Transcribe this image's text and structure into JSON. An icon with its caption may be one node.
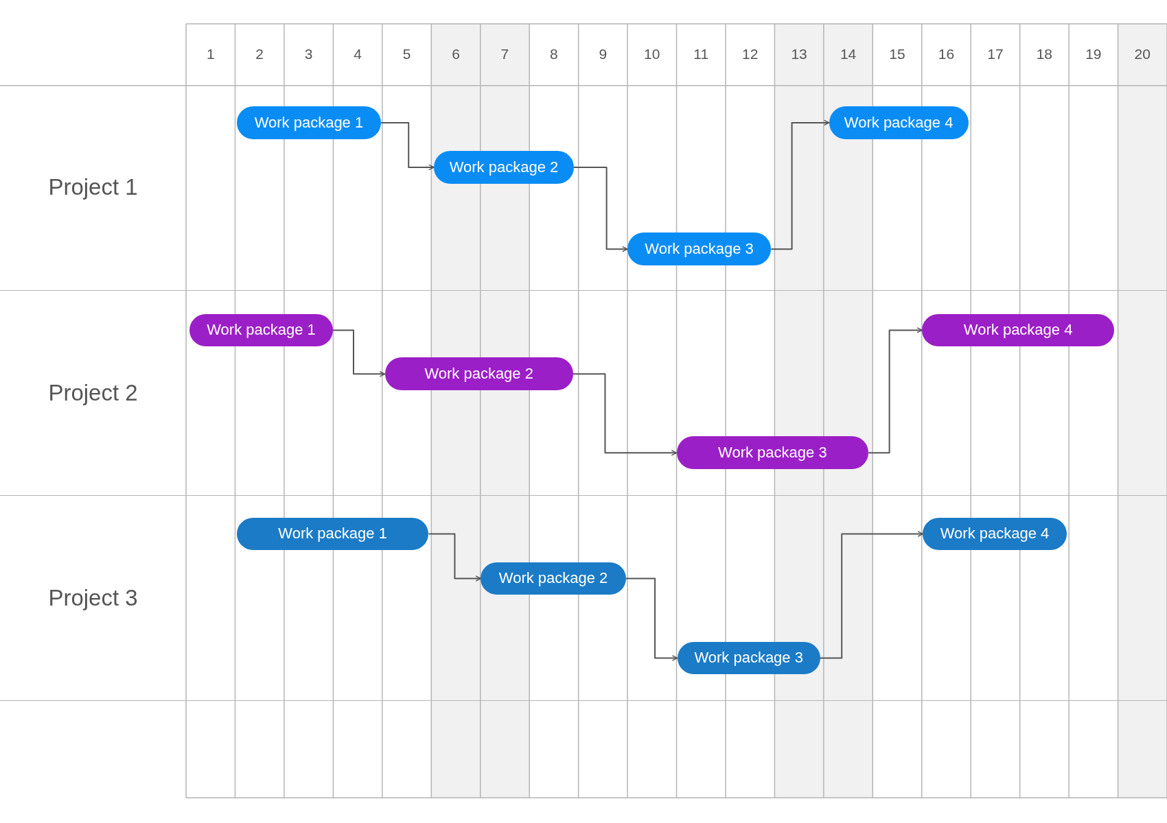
{
  "diagram": {
    "nodes": [
      {
        "text": [
          "Project 1"
        ]
      },
      {
        "text": [
          "Work package 1"
        ],
        "in": 0
      },
      {
        "text": [
          "Work package 2"
        ],
        "in": 0
      },
      {
        "text": [
          "Work package 3"
        ],
        "in": 0
      },
      {
        "text": [
          "Work package 4"
        ],
        "in": 0
      },
      {
        "text": [
          "Project 2"
        ]
      },
      {
        "text": [
          "Work package 1"
        ],
        "in": 5
      },
      {
        "text": [
          "Work package 2"
        ],
        "in": 5
      },
      {
        "text": [
          "Work package 3"
        ],
        "in": 5
      },
      {
        "text": [
          "Work package 4"
        ],
        "in": 5
      },
      {
        "text": [
          "Project 3"
        ]
      },
      {
        "text": [
          "Work package 1"
        ],
        "in": 10
      },
      {
        "text": [
          "Work package 2"
        ],
        "in": 10
      },
      {
        "text": [
          "Work package 3"
        ],
        "in": 10
      },
      {
        "text": [
          "Work package 4"
        ],
        "in": 10
      }
    ],
    "edges": [
      {
        "from": 1,
        "to": 2,
        "arrow": "to"
      },
      {
        "from": 2,
        "to": 3,
        "arrow": "to"
      },
      {
        "from": 3,
        "to": 4,
        "arrow": "to"
      },
      {
        "from": 6,
        "to": 7,
        "arrow": "to"
      },
      {
        "from": 7,
        "to": 8,
        "arrow": "to"
      },
      {
        "from": 8,
        "to": 9,
        "arrow": "to"
      },
      {
        "from": 11,
        "to": 12,
        "arrow": "to"
      },
      {
        "from": 12,
        "to": 13,
        "arrow": "to"
      },
      {
        "from": 13,
        "to": 14,
        "arrow": "to"
      }
    ],
    "labels": [
      "1",
      "2",
      "3",
      "4",
      "5",
      "6",
      "7",
      "8",
      "9",
      "10",
      "11",
      "12",
      "13",
      "14",
      "15",
      "16",
      "17",
      "18",
      "19",
      "20"
    ]
  }
}
